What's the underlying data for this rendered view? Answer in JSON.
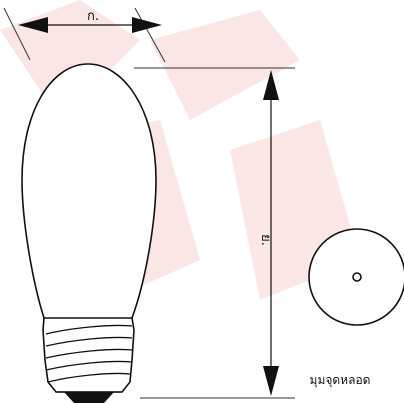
{
  "labels": {
    "width_dimension": "ก.",
    "length_dimension": "ย.",
    "view_caption": "มุมจุดหลอด"
  },
  "colors": {
    "line": "#111111",
    "dimension_line": "#333333",
    "watermark": "#e63a3a"
  },
  "icons": {
    "lamp": "bulb-outline-icon",
    "end_view": "bulb-end-view-icon",
    "watermark": "watermark-logo-icon"
  }
}
